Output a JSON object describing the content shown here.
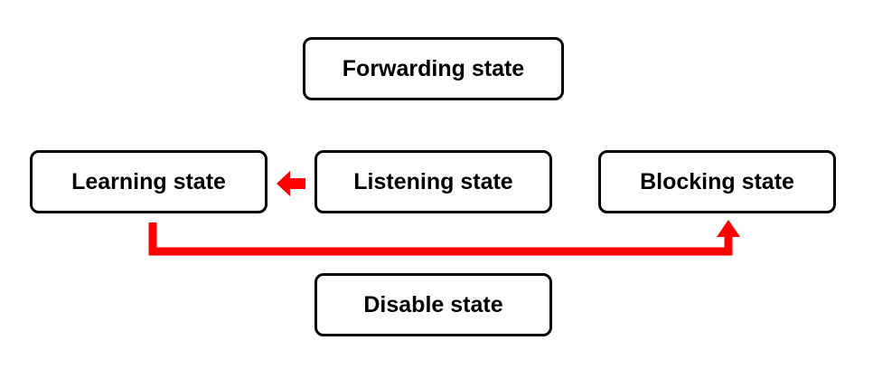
{
  "states": {
    "forwarding": "Forwarding state",
    "learning": "Learning state",
    "listening": "Listening state",
    "blocking": "Blocking state",
    "disable": "Disable state"
  },
  "colors": {
    "arrow": "#ff0000",
    "box_border": "#000000",
    "text": "#000000"
  },
  "transitions": [
    {
      "from": "listening",
      "to": "learning"
    },
    {
      "from": "learning",
      "to": "blocking"
    }
  ]
}
